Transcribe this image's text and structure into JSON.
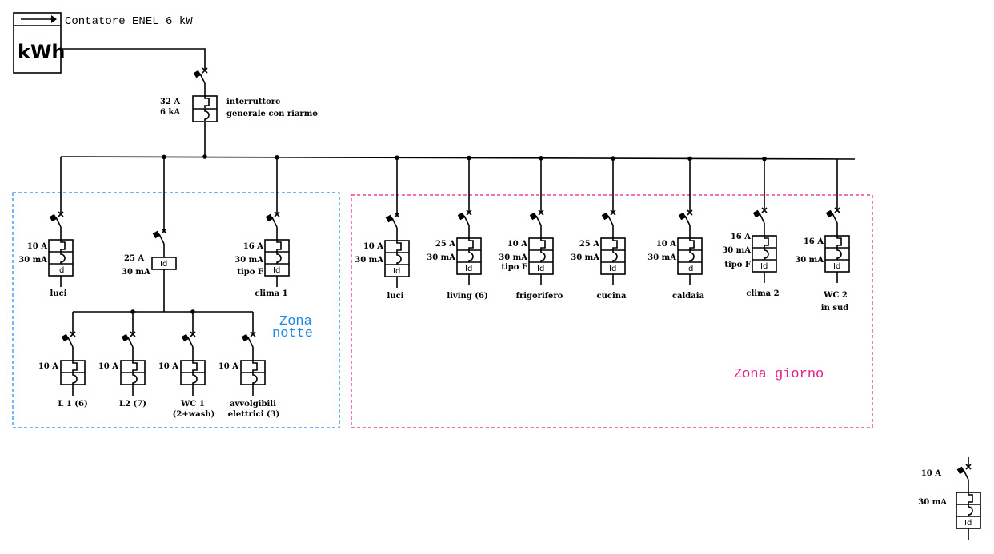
{
  "meter": {
    "label": "kWh",
    "title": "Contatore ENEL 6 kW"
  },
  "main_breaker": {
    "rating": "32 A",
    "breaking_capacity": "6 kA",
    "description_line1": "interruttore",
    "description_line2": "generale con riarmo"
  },
  "zones": {
    "notte": {
      "label_line1": "Zona",
      "label_line2": "notte",
      "color": "#1e88e5"
    },
    "giorno": {
      "label": "Zona giorno",
      "color": "#e91e8c"
    }
  },
  "zona_notte": {
    "top_breakers": [
      {
        "rating": "10 A",
        "sensitivity": "30 mA",
        "type": "",
        "name": "luci",
        "kind": "magnetothermic-differential"
      },
      {
        "rating": "25 A",
        "sensitivity": "30 mA",
        "type": "",
        "name": "",
        "kind": "differential"
      },
      {
        "rating": "16 A",
        "sensitivity": "30 mA",
        "type": "tipo F",
        "name": "clima 1",
        "kind": "magnetothermic-differential"
      }
    ],
    "sub_breakers": [
      {
        "rating": "10 A",
        "name_line1": "L 1 (6)",
        "name_line2": ""
      },
      {
        "rating": "10 A",
        "name_line1": "L2 (7)",
        "name_line2": ""
      },
      {
        "rating": "10 A",
        "name_line1": "WC 1",
        "name_line2": "(2+wash)"
      },
      {
        "rating": "10 A",
        "name_line1": "avvolgibili",
        "name_line2": "elettrici (3)"
      }
    ]
  },
  "zona_giorno": {
    "breakers": [
      {
        "rating": "10 A",
        "sensitivity": "30 mA",
        "type": "",
        "name_line1": "luci",
        "name_line2": ""
      },
      {
        "rating": "25 A",
        "sensitivity": "30 mA",
        "type": "",
        "name_line1": "living (6)",
        "name_line2": ""
      },
      {
        "rating": "10 A",
        "sensitivity": "30 mA",
        "type": "tipo F",
        "name_line1": "frigorifero",
        "name_line2": ""
      },
      {
        "rating": "25 A",
        "sensitivity": "30 mA",
        "type": "",
        "name_line1": "cucina",
        "name_line2": ""
      },
      {
        "rating": "10 A",
        "sensitivity": "30 mA",
        "type": "",
        "name_line1": "caldaia",
        "name_line2": ""
      },
      {
        "rating": "16 A",
        "sensitivity": "30 mA",
        "type": "tipo F",
        "name_line1": "clima 2",
        "name_line2": ""
      },
      {
        "rating": "16 A",
        "sensitivity": "30 mA",
        "type": "",
        "name_line1": "WC 2",
        "name_line2": "in sud"
      }
    ]
  },
  "standalone_breaker": {
    "rating": "10 A",
    "sensitivity": "30 mA"
  },
  "symbols": {
    "differential_label": "Id"
  }
}
